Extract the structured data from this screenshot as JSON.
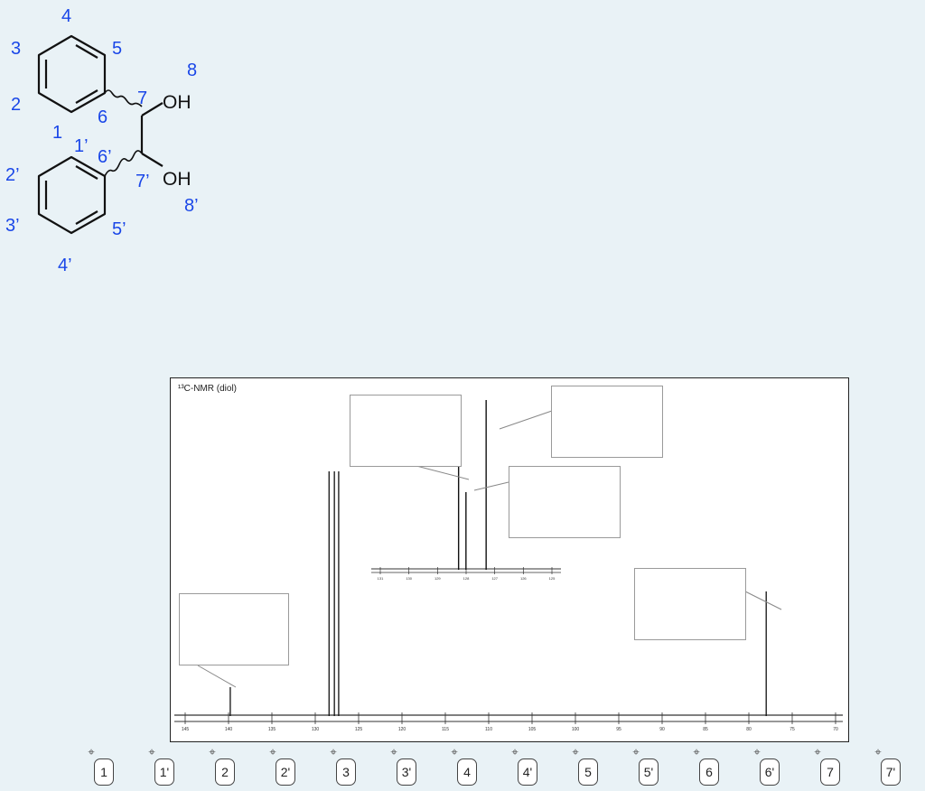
{
  "molecule": {
    "atom_labels": {
      "oh_top": "OH",
      "oh_bottom": "OH"
    },
    "numbers": [
      "4",
      "3",
      "5",
      "2",
      "1",
      "6",
      "7",
      "8",
      "1’",
      "6’",
      "2’",
      "7’",
      "8’",
      "3’",
      "5’",
      "4’"
    ]
  },
  "spectrum": {
    "title": "¹³C-NMR (diol)",
    "x_ticks": [
      "145",
      "140",
      "135",
      "130",
      "125",
      "120",
      "115",
      "110",
      "105",
      "100",
      "95",
      "90",
      "85",
      "80",
      "75",
      "70"
    ],
    "inset_ticks": [
      "131",
      "130",
      "129",
      "128",
      "127",
      "126",
      "125"
    ],
    "peaks_ppm": [
      139.8,
      128.2,
      127.9,
      127.3,
      78.0
    ],
    "inset_peaks_ppm": [
      128.2,
      128.1,
      127.3
    ]
  },
  "drop_zones": [
    "",
    "",
    "",
    "",
    ""
  ],
  "chips": [
    "1",
    "1'",
    "2",
    "2'",
    "3",
    "3'",
    "4",
    "4'",
    "5",
    "5'",
    "6",
    "6'",
    "7",
    "7'"
  ],
  "icons": {
    "drag_handle": "move-handle-icon"
  },
  "colors": {
    "background": "#e9f2f6",
    "numbering": "#1a47e8"
  }
}
